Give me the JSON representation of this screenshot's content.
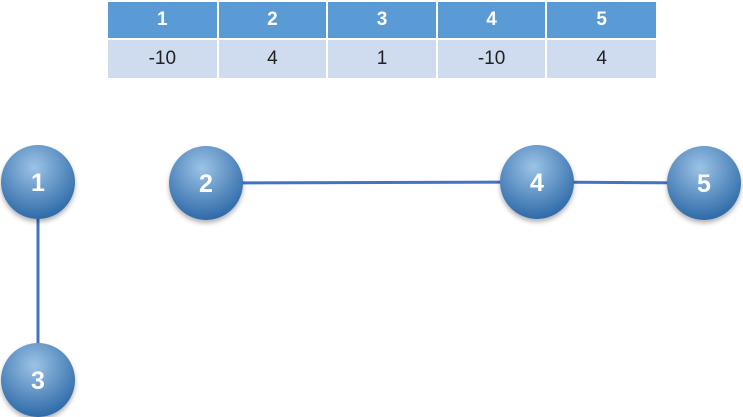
{
  "table": {
    "headers": [
      "1",
      "2",
      "3",
      "4",
      "5"
    ],
    "values": [
      "-10",
      "4",
      "1",
      "-10",
      "4"
    ]
  },
  "graph": {
    "nodes": [
      {
        "id": "1",
        "label": "1"
      },
      {
        "id": "2",
        "label": "2"
      },
      {
        "id": "3",
        "label": "3"
      },
      {
        "id": "4",
        "label": "4"
      },
      {
        "id": "5",
        "label": "5"
      }
    ],
    "edges": [
      {
        "from": "1",
        "to": "3"
      },
      {
        "from": "2",
        "to": "4"
      },
      {
        "from": "4",
        "to": "5"
      }
    ]
  },
  "colors": {
    "header_bg": "#5b9bd5",
    "row_bg": "#cfdbee",
    "node_light": "#9cc3e6",
    "node_dark": "#2e6aa8",
    "edge": "#4472c4"
  }
}
